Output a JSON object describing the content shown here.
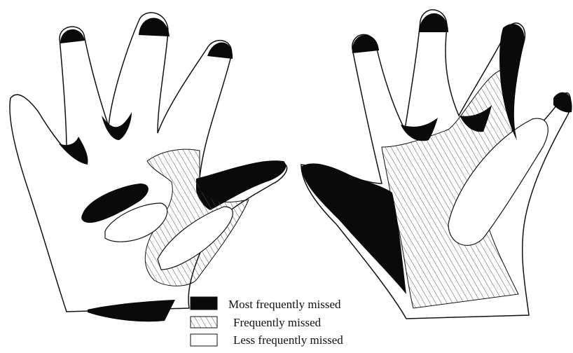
{
  "colors": {
    "outline": "#111111",
    "most": "#0a0a0a",
    "hatch": "#555555",
    "less": "#ffffff"
  },
  "legend": [
    {
      "key": "most",
      "label": "Most  frequently missed"
    },
    {
      "key": "frequent",
      "label": "Frequently missed"
    },
    {
      "key": "less",
      "label": "Less frequently missed"
    }
  ]
}
